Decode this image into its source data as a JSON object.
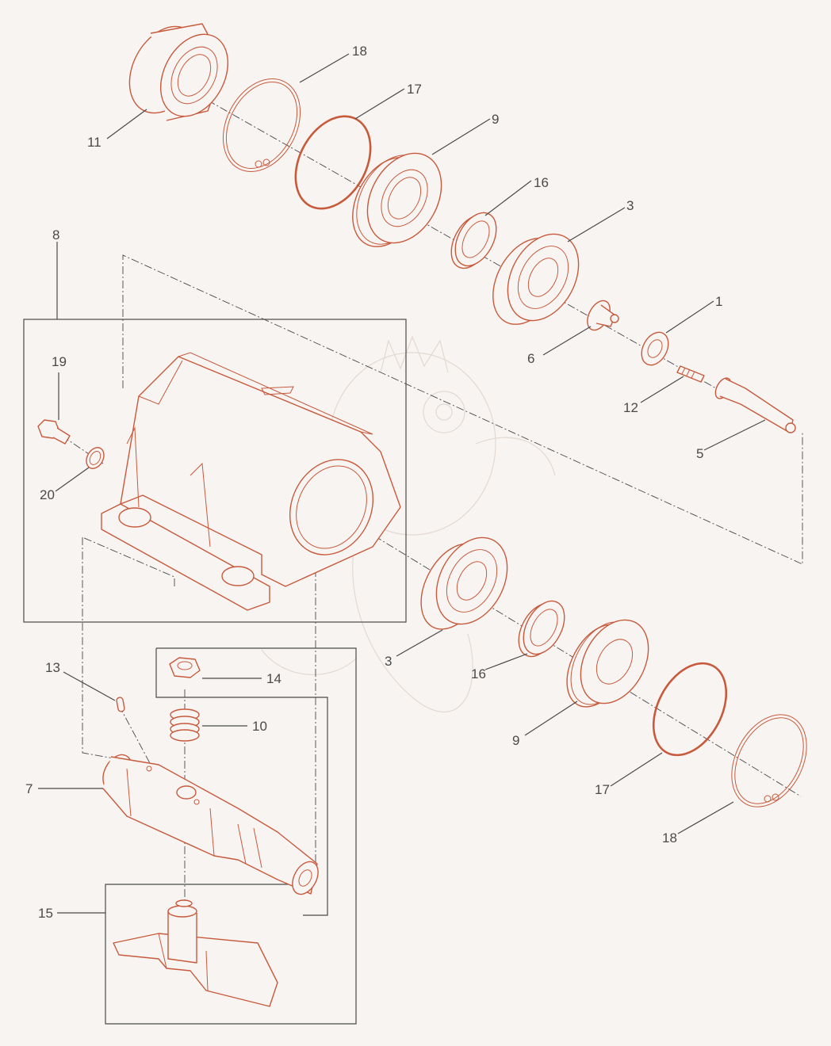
{
  "colors": {
    "line": "#c85a3c",
    "text": "#4a4a4a",
    "background": "#f7f4f2"
  },
  "labels": {
    "p1": "1",
    "p3a": "3",
    "p3b": "3",
    "p5": "5",
    "p6": "6",
    "p7": "7",
    "p8": "8",
    "p9a": "9",
    "p9b": "9",
    "p10": "10",
    "p11": "11",
    "p12": "12",
    "p13": "13",
    "p14": "14",
    "p15": "15",
    "p16a": "16",
    "p16b": "16",
    "p17a": "17",
    "p17b": "17",
    "p18a": "18",
    "p18b": "18",
    "p19": "19",
    "p20": "20"
  }
}
